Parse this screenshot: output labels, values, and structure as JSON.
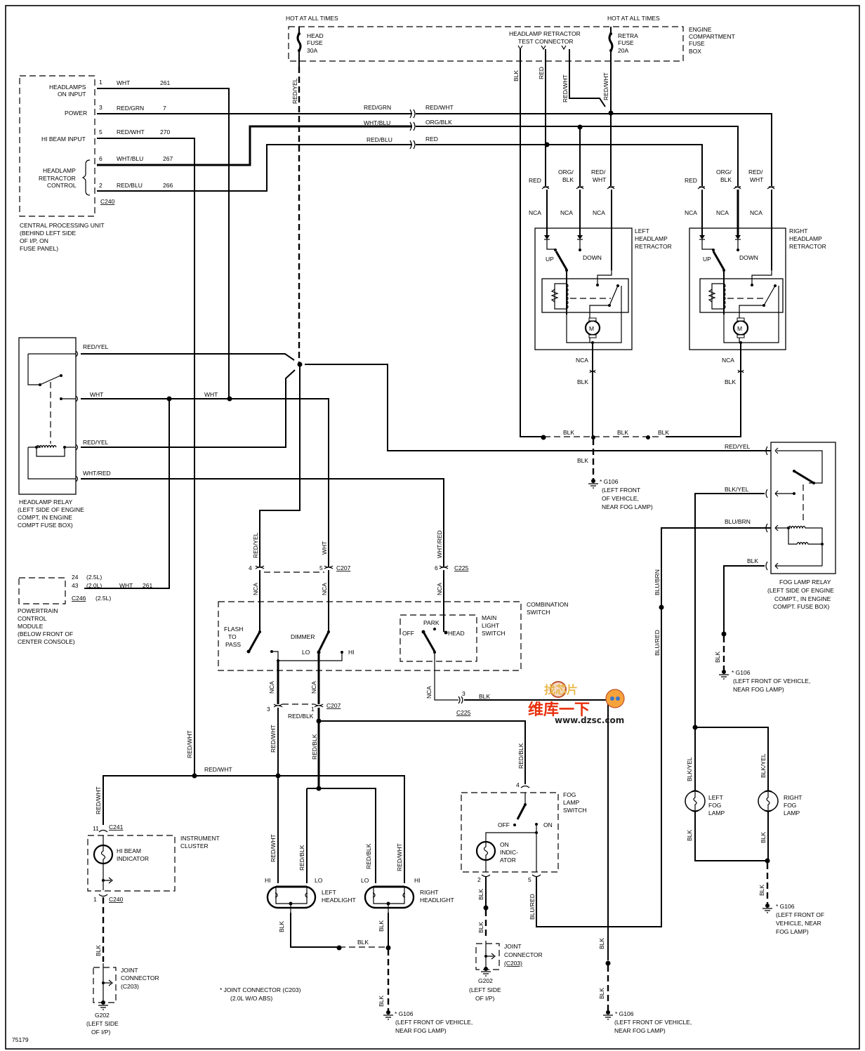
{
  "diagram": {
    "title": "Headlamp / Retractor / Fog Lamp Wiring Diagram",
    "figure_id": "75179",
    "fuse_box": {
      "label": [
        "ENGINE",
        "COMPARTMENT",
        "FUSE",
        "BOX"
      ],
      "hot_left": "HOT AT ALL TIMES",
      "hot_right": "HOT AT ALL TIMES",
      "head_fuse": [
        "HEAD",
        "FUSE",
        "30A"
      ],
      "retra_fuse": [
        "RETRA",
        "FUSE",
        "20A"
      ],
      "test_connector": [
        "HEADLAMP RETRACTOR",
        "TEST CONNECTOR"
      ]
    },
    "cpu": {
      "pins": [
        {
          "label": [
            "HEADLAMPS",
            "ON INPUT"
          ],
          "pin": "1",
          "wire": "WHT",
          "circuit": "261"
        },
        {
          "label": [
            "POWER"
          ],
          "pin": "3",
          "wire": "RED/GRN",
          "circuit": "7"
        },
        {
          "label": [
            "HI BEAM INPUT"
          ],
          "pin": "5",
          "wire": "RED/WHT",
          "circuit": "270"
        },
        {
          "label": [],
          "pin": "6",
          "wire": "WHT/BLU",
          "circuit": "267"
        },
        {
          "label": [],
          "pin": "2",
          "wire": "RED/BLU",
          "circuit": "266"
        }
      ],
      "group_label": [
        "HEADLAMP",
        "RETRACTOR",
        "CONTROL"
      ],
      "connector": "C240",
      "caption": [
        "CENTRAL PROCESSING UNIT",
        "(BEHIND LEFT SIDE",
        "OF I/P, ON",
        "FUSE PANEL)"
      ]
    },
    "bus_wires": {
      "red_grn": "RED/GRN",
      "red_wht": "RED/WHT",
      "wht_blu": "WHT/BLU",
      "org_blk": "ORG/BLK",
      "red_blu": "RED/BLU",
      "red": "RED"
    },
    "vertical_wires": {
      "red_yel": "RED/YEL",
      "blk": "BLK",
      "red": "RED",
      "red_wht_a": "RED/WHT",
      "red_wht_b": "RED/WHT"
    },
    "retractors": {
      "left": {
        "label": [
          "LEFT",
          "HEADLAMP",
          "RETRACTOR"
        ],
        "wires": [
          [
            "RED"
          ],
          [
            "ORG/",
            "BLK"
          ],
          [
            "RED/",
            "WHT"
          ]
        ],
        "nca": "NCA",
        "up": "UP",
        "down": "DOWN",
        "motor": "M",
        "out_nca": "NCA",
        "out_wire": "BLK"
      },
      "right": {
        "label": [
          "RIGHT",
          "HEADLAMP",
          "RETRACTOR"
        ],
        "wires": [
          [
            "RED"
          ],
          [
            "ORG/",
            "BLK"
          ],
          [
            "RED/",
            "WHT"
          ]
        ],
        "nca": "NCA",
        "up": "UP",
        "down": "DOWN",
        "motor": "M",
        "out_nca": "NCA",
        "out_wire": "BLK"
      }
    },
    "ground_bus": {
      "segments": [
        "BLK",
        "BLK",
        "BLK"
      ],
      "drop_wire": "BLK",
      "ground": {
        "id": "* G106",
        "caption": [
          "(LEFT FRONT",
          "OF VEHICLE,",
          "NEAR FOG LAMP)"
        ]
      }
    },
    "headlamp_relay": {
      "wires": [
        "RED/YEL",
        "WHT",
        "RED/YEL",
        "WHT/RED"
      ],
      "wht_mid": "WHT",
      "caption": [
        "HEADLAMP RELAY",
        "(LEFT SIDE OF ENGINE",
        "COMPT, IN ENGINE",
        "COMPT FUSE BOX)"
      ]
    },
    "pcm": {
      "pin_a": "24",
      "pin_a_note": "(2.5L)",
      "pin_b": "43",
      "pin_b_note": "(2.0L)",
      "wire": "WHT",
      "circuit": "261",
      "connector": "C246",
      "connector_note": "(2.5L)",
      "caption": [
        "POWERTRAIN",
        "CONTROL",
        "MODULE",
        "(BELOW FRONT OF",
        "CENTER CONSOLE)"
      ]
    },
    "combination_switch": {
      "label": [
        "COMBINATION",
        "SWITCH"
      ],
      "top_wires": [
        "RED/YEL",
        "WHT",
        "WHT/RED"
      ],
      "top_pins": [
        "4",
        "5",
        "6"
      ],
      "top_connectors": [
        "C207",
        "C225"
      ],
      "nca": "NCA",
      "flash_to_pass": [
        "FLASH",
        "TO",
        "PASS"
      ],
      "dimmer": "DIMMER",
      "lo": "LO",
      "hi": "HI",
      "main_light_switch": [
        "MAIN",
        "LIGHT",
        "SWITCH"
      ],
      "off": "OFF",
      "park": "PARK",
      "head": "HEAD",
      "bottom_pins": [
        "3",
        "1"
      ],
      "bottom_connector": "C207",
      "bottom_wire": "RED/BLK",
      "c225_pin": "3",
      "c225_wire": "BLK",
      "c225": "C225"
    },
    "lower_wires": {
      "red_wht_vertical": "RED/WHT",
      "red_wht_bus": "RED/WHT",
      "red_wht_drop": "RED/WHT",
      "red_blk_drop": "RED/BLK",
      "red_blk_fog": "RED/BLK"
    },
    "instrument_cluster": {
      "label": [
        "INSTRUMENT",
        "CLUSTER"
      ],
      "indicator": [
        "HI BEAM",
        "INDICATOR"
      ],
      "pin_top": "11",
      "conn_top": "C241",
      "pin_bot": "1",
      "conn_bot": "C240",
      "wire_in": "RED/WHT",
      "wire_out": "BLK"
    },
    "joint_connector": {
      "label": [
        "JOINT",
        "CONNECTOR",
        "(C203)"
      ],
      "ground": "G202",
      "caption": [
        "(LEFT SIDE",
        "OF I/P)"
      ],
      "note": [
        "* JOINT CONNECTOR (C203)",
        "(2.0L W/O ABS)"
      ]
    },
    "headlights": {
      "left": {
        "label": [
          "LEFT",
          "HEADLIGHT"
        ],
        "hi": "HI",
        "lo": "LO",
        "wires": [
          "RED/WHT",
          "RED/BLK"
        ]
      },
      "right": {
        "label": [
          "RIGHT",
          "HEADLIGHT"
        ],
        "hi": "HI",
        "lo": "LO",
        "wires": [
          "RED/BLK",
          "RED/WHT"
        ]
      },
      "ground_wires": [
        "BLK",
        "BLK",
        "BLK",
        "BLK"
      ],
      "ground": {
        "id": "* G106",
        "caption": [
          "(LEFT FRONT OF VEHICLE,",
          "NEAR FOG LAMP)"
        ]
      }
    },
    "fog_switch": {
      "label": [
        "FOG",
        "LAMP",
        "SWITCH"
      ],
      "pin_in": "4",
      "off": "OFF",
      "on": "ON",
      "indicator": [
        "ON",
        "INDIC-",
        "ATOR"
      ],
      "pin_gnd": "2",
      "pin_out": "5",
      "gnd_wire": "BLK",
      "gnd_wire2": "BLK",
      "out_wire": "BLU/RED",
      "joint": [
        "JOINT",
        "CONNECTOR",
        "(C203)"
      ],
      "ground": "G202",
      "ground_caption": [
        "(LEFT SIDE",
        "OF I/P)"
      ]
    },
    "main_ground": {
      "wires": [
        "BLK",
        "BLK"
      ],
      "ground": {
        "id": "* G106",
        "caption": [
          "(LEFT FRONT OF VEHICLE,",
          "NEAR FOG LAMP)"
        ]
      }
    },
    "fog_relay": {
      "wires": [
        "RED/YEL",
        "BLK/YEL",
        "BLU/BRN",
        "BLK"
      ],
      "vertical": [
        "BLU/BRN",
        "BLU/RED"
      ],
      "caption": [
        "FOG LAMP RELAY",
        "(LEFT SIDE OF ENGINE",
        "COMPT., IN ENGINE",
        "COMPT. FUSE BOX)"
      ],
      "gnd_wire": "BLK",
      "ground": {
        "id": "* G106",
        "caption": [
          "(LEFT FRONT OF VEHICLE,",
          "NEAR FOG LAMP)"
        ]
      }
    },
    "fog_lamps": {
      "left": {
        "label": [
          "LEFT",
          "FOG",
          "LAMP"
        ],
        "in": "BLK/YEL",
        "out": "BLK"
      },
      "right": {
        "label": [
          "RIGHT",
          "FOG",
          "LAMP"
        ],
        "in": "BLK/YEL",
        "out": "BLK"
      },
      "gnd_wire": "BLK",
      "ground": {
        "id": "* G106",
        "caption": [
          "(LEFT FRONT OF",
          "VEHICLE, NEAR",
          "FOG LAMP)"
        ]
      }
    },
    "watermark": {
      "brand": "找芯片",
      "cn": "维库一下",
      "url": "www.dzsc.com"
    }
  }
}
